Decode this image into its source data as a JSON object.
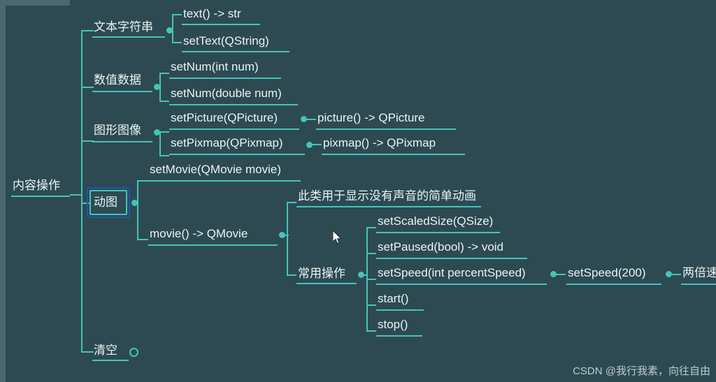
{
  "diagram": {
    "type": "mindmap",
    "root": {
      "label": "内容操作"
    },
    "branches": [
      {
        "label": "文本字符串",
        "children": [
          {
            "label": "text() -> str"
          },
          {
            "label": "setText(QString)"
          }
        ]
      },
      {
        "label": "数值数据",
        "children": [
          {
            "label": "setNum(int num)"
          },
          {
            "label": "setNum(double num)"
          }
        ]
      },
      {
        "label": "图形图像",
        "children": [
          {
            "label": "setPicture(QPicture)",
            "next": "picture() -> QPicture"
          },
          {
            "label": "setPixmap(QPixmap)",
            "next": "pixmap() -> QPixmap"
          }
        ]
      },
      {
        "label": "动图",
        "selected": true,
        "children": [
          {
            "label": "setMovie(QMovie movie)"
          },
          {
            "label": "movie() -> QMovie",
            "next": "此类用于显示没有声音的简单动画"
          },
          {
            "label": "常用操作",
            "children": [
              {
                "label": "setScaledSize(QSize)"
              },
              {
                "label": "setPaused(bool) -> void"
              },
              {
                "label": "setSpeed(int percentSpeed)",
                "next": "setSpeed(200)",
                "next2": "两倍速"
              },
              {
                "label": "start()"
              },
              {
                "label": "stop()"
              }
            ]
          }
        ]
      },
      {
        "label": "清空",
        "collapsed": true,
        "children": []
      }
    ]
  },
  "watermark": {
    "text": "CSDN @我行我素，向往自由"
  },
  "colors": {
    "background": "#2d4a52",
    "accent": "#45c4b9",
    "text": "#e9f3f2",
    "selection": "#2255aa",
    "frame": "#4a6870"
  }
}
